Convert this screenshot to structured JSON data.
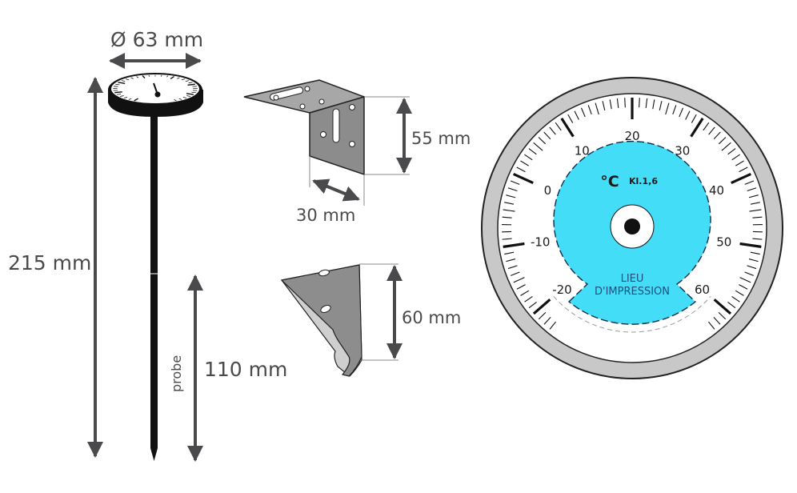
{
  "diagram": {
    "labels": {
      "dial_diameter": "Ø 63 mm",
      "total_length": "215 mm",
      "probe_word": "probe",
      "probe_length": "110 mm",
      "bracket_height": "55 mm",
      "bracket_depth": "30 mm",
      "clip_height": "60 mm"
    },
    "dial": {
      "unit": "°C",
      "class": "Kl.1,6",
      "print_area": [
        "LIEU",
        "D'IMPRESSION"
      ],
      "scale_min": -20,
      "scale_max": 60,
      "scale_labels": [
        "-20",
        "-10",
        "0",
        "10",
        "20",
        "30",
        "40",
        "50",
        "60"
      ]
    },
    "colors": {
      "dimension_text": "#4a4a4c",
      "arrow": "#4a4a4c",
      "bezel": "#c8c8c8",
      "print_zone": "#44ddf7",
      "print_text": "#1c4f7c",
      "metal": "#8a8a8a"
    }
  }
}
